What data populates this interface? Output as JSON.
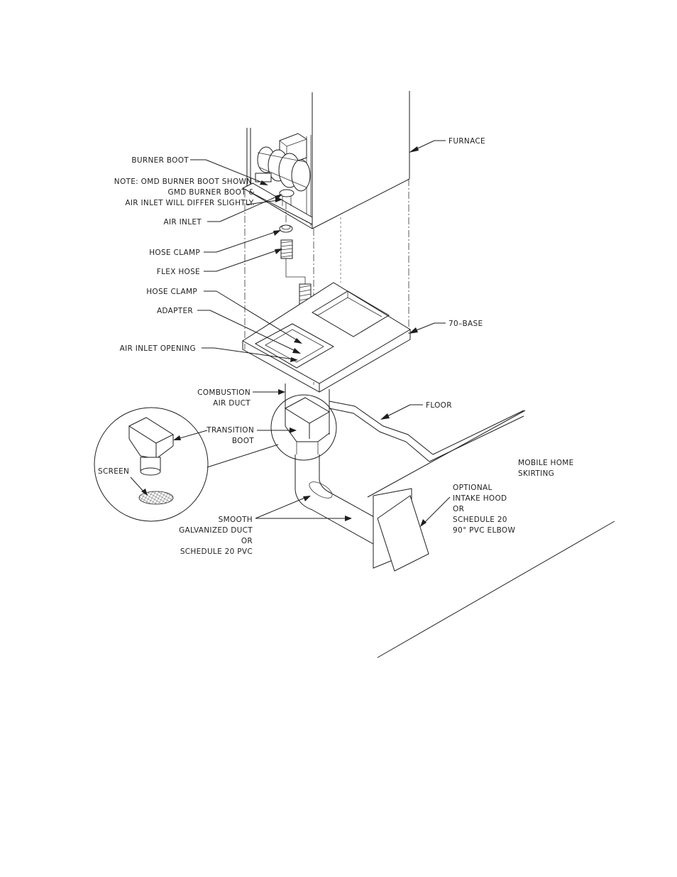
{
  "labels": {
    "furnace": "FURNACE",
    "burner_boot": "BURNER BOOT",
    "note_line1": "NOTE: OMD BURNER BOOT SHOWN.",
    "note_line2": "GMD BURNER BOOT &",
    "note_line3": "AIR INLET WILL DIFFER SLIGHTLY.",
    "air_inlet": "AIR INLET",
    "hose_clamp_upper": "HOSE CLAMP",
    "flex_hose": "FLEX HOSE",
    "hose_clamp_lower": "HOSE CLAMP",
    "adapter": "ADAPTER",
    "base": "70–BASE",
    "air_inlet_opening": "AIR INLET OPENING",
    "combustion_line1": "COMBUSTION",
    "combustion_line2": "AIR DUCT",
    "floor": "FLOOR",
    "transition_line1": "TRANSITION",
    "transition_line2": "BOOT",
    "screen": "SCREEN",
    "skirting_line1": "MOBILE HOME",
    "skirting_line2": "SKIRTING",
    "hood_line1": "OPTIONAL",
    "hood_line2": "INTAKE HOOD",
    "hood_line3": "OR",
    "hood_line4": "SCHEDULE 20",
    "hood_line5": "90° PVC ELBOW",
    "duct_line1": "SMOOTH",
    "duct_line2": "GALVANIZED DUCT",
    "duct_line3": "OR",
    "duct_line4": "SCHEDULE 20 PVC"
  },
  "icons": {
    "arrowhead": "callout-arrow-icon"
  }
}
